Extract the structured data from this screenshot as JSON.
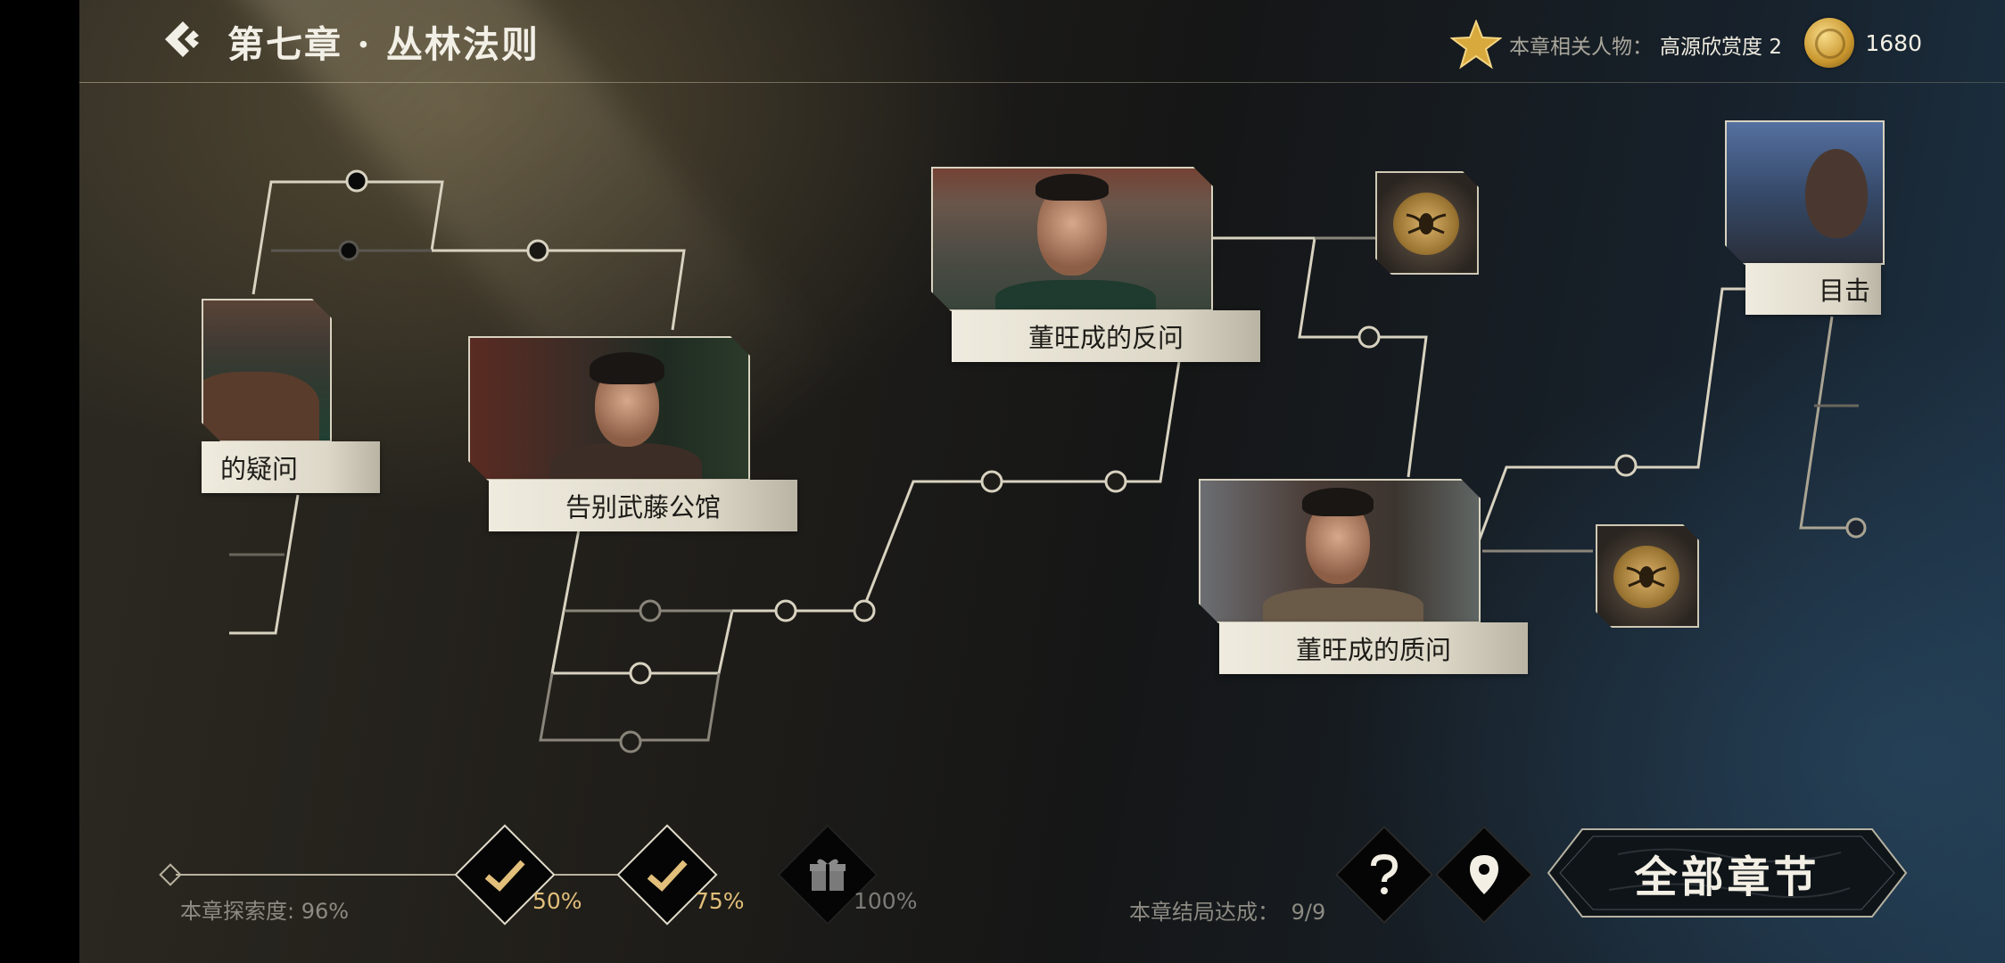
{
  "header": {
    "chapter_title": "第七章 · 丛林法则",
    "people_label": "本章相关人物：",
    "people_value": "高源欣赏度 2",
    "coins": "1680"
  },
  "nodes": [
    {
      "id": "node-partial-left",
      "label": "的疑问"
    },
    {
      "id": "node-farewell",
      "label": "告别武藤公馆"
    },
    {
      "id": "node-counter",
      "label": "董旺成的反问"
    },
    {
      "id": "node-interrogation",
      "label": "董旺成的质问"
    },
    {
      "id": "node-partial-right",
      "label": "目击"
    }
  ],
  "footer": {
    "explore_label": "本章探索度:",
    "explore_value": "96%",
    "explore_progress": 0.96,
    "milestones": [
      {
        "pct": "50%",
        "state": "claimed"
      },
      {
        "pct": "75%",
        "state": "claimed"
      },
      {
        "pct": "100%",
        "state": "locked"
      }
    ],
    "ending_label": "本章结局达成：",
    "ending_value": "9/9",
    "all_chapters": "全部章节"
  },
  "icons": {
    "back": "back-arrow-icon",
    "star": "star-icon",
    "coin": "coin-icon",
    "help": "question-icon",
    "location": "location-pin-icon",
    "gift": "gift-icon",
    "check": "check-icon"
  },
  "colors": {
    "line": "#d8d2c0",
    "accent_gold": "#e2bf7a",
    "label_plate": "#efebde"
  }
}
